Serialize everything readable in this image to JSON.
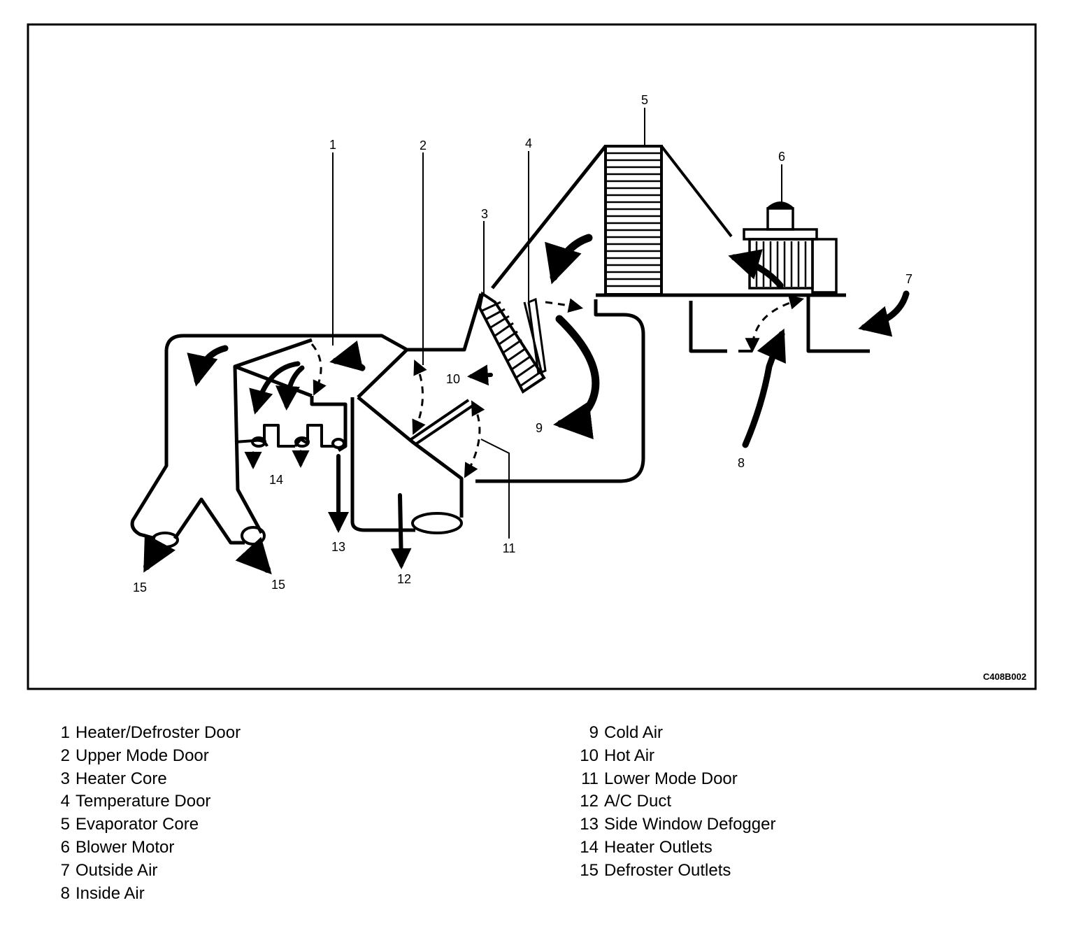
{
  "figure": {
    "code": "C408B002",
    "callouts": {
      "n1": "1",
      "n2": "2",
      "n3": "3",
      "n4": "4",
      "n5": "5",
      "n6": "6",
      "n7": "7",
      "n8": "8",
      "n9": "9",
      "n10": "10",
      "n11": "11",
      "n12": "12",
      "n13": "13",
      "n14": "14",
      "n15a": "15",
      "n15b": "15"
    }
  },
  "legend": {
    "left": [
      {
        "num": "1",
        "label": "Heater/Defroster Door"
      },
      {
        "num": "2",
        "label": "Upper Mode Door"
      },
      {
        "num": "3",
        "label": "Heater Core"
      },
      {
        "num": "4",
        "label": "Temperature Door"
      },
      {
        "num": "5",
        "label": "Evaporator Core"
      },
      {
        "num": "6",
        "label": "Blower Motor"
      },
      {
        "num": "7",
        "label": "Outside Air"
      },
      {
        "num": "8",
        "label": "Inside Air"
      }
    ],
    "right": [
      {
        "num": "9",
        "label": "Cold Air"
      },
      {
        "num": "10",
        "label": "Hot Air"
      },
      {
        "num": "11",
        "label": "Lower Mode Door"
      },
      {
        "num": "12",
        "label": "A/C Duct"
      },
      {
        "num": "13",
        "label": "Side Window Defogger"
      },
      {
        "num": "14",
        "label": "Heater Outlets"
      },
      {
        "num": "15",
        "label": "Defroster Outlets"
      }
    ]
  }
}
